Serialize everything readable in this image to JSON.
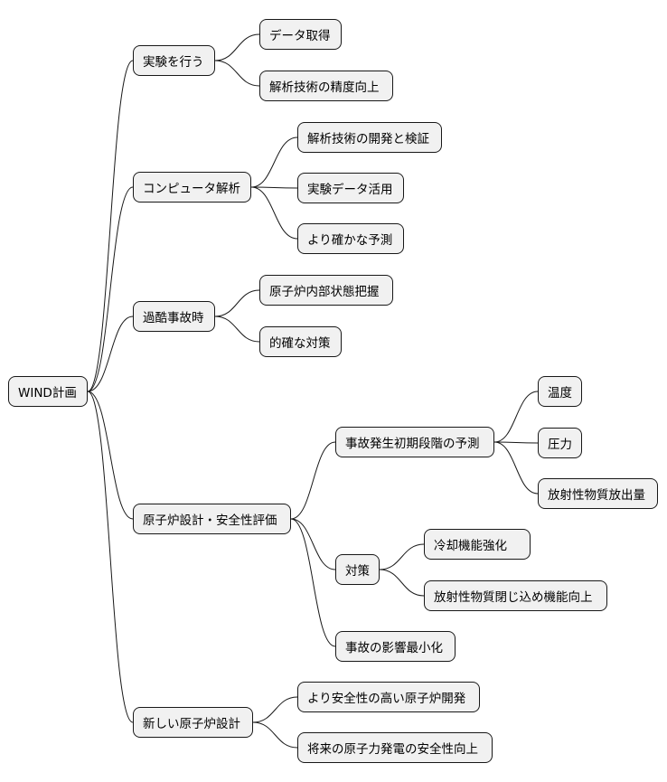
{
  "root": {
    "label": "WIND計画"
  },
  "branches": [
    {
      "label": "実験を行う",
      "children": [
        {
          "label": "データ取得"
        },
        {
          "label": "解析技術の精度向上"
        }
      ]
    },
    {
      "label": "コンピュータ解析",
      "children": [
        {
          "label": "解析技術の開発と検証"
        },
        {
          "label": "実験データ活用"
        },
        {
          "label": "より確かな予測"
        }
      ]
    },
    {
      "label": "過酷事故時",
      "children": [
        {
          "label": "原子炉内部状態把握"
        },
        {
          "label": "的確な対策"
        }
      ]
    },
    {
      "label": "原子炉設計・安全性評価",
      "children": [
        {
          "label": "事故発生初期段階の予測",
          "children": [
            {
              "label": "温度"
            },
            {
              "label": "圧力"
            },
            {
              "label": "放射性物質放出量"
            }
          ]
        },
        {
          "label": "対策",
          "children": [
            {
              "label": "冷却機能強化"
            },
            {
              "label": "放射性物質閉じ込め機能向上"
            }
          ]
        },
        {
          "label": "事故の影響最小化"
        }
      ]
    },
    {
      "label": "新しい原子炉設計",
      "children": [
        {
          "label": "より安全性の高い原子炉開発"
        },
        {
          "label": "将来の原子力発電の安全性向上"
        }
      ]
    }
  ]
}
